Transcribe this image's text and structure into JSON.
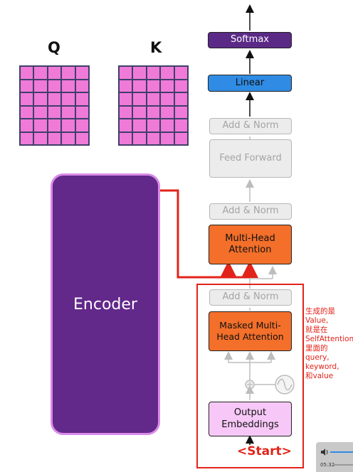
{
  "q_label": "Q",
  "k_label": "K",
  "blocks": {
    "softmax": "Softmax",
    "linear": "Linear",
    "add_norm_top": "Add & Norm",
    "feed_forward": "Feed Forward",
    "add_norm_mid": "Add & Norm",
    "multi_head_line1": "Multi-Head",
    "multi_head_line2": "Attention",
    "add_norm_bottom": "Add & Norm",
    "masked_line1": "Masked Multi-",
    "masked_line2": "Head Attention",
    "output_line1": "Output",
    "output_line2": "Embeddings"
  },
  "encoder": "Encoder",
  "start_token": "<Start>",
  "annotation": [
    "生成的是",
    "Value,",
    "就是在",
    "SelfAttention",
    "里面的",
    "query,",
    "keyword,",
    "和value"
  ],
  "player": {
    "time": "05:32"
  },
  "colors": {
    "softmax": "#5b2a86",
    "linear": "#2f8be3",
    "orange": "#f36f2a",
    "output": "#f7c8f7",
    "encoder": "#62288a",
    "matrix": "#f07ad8",
    "red": "#e2231a"
  }
}
